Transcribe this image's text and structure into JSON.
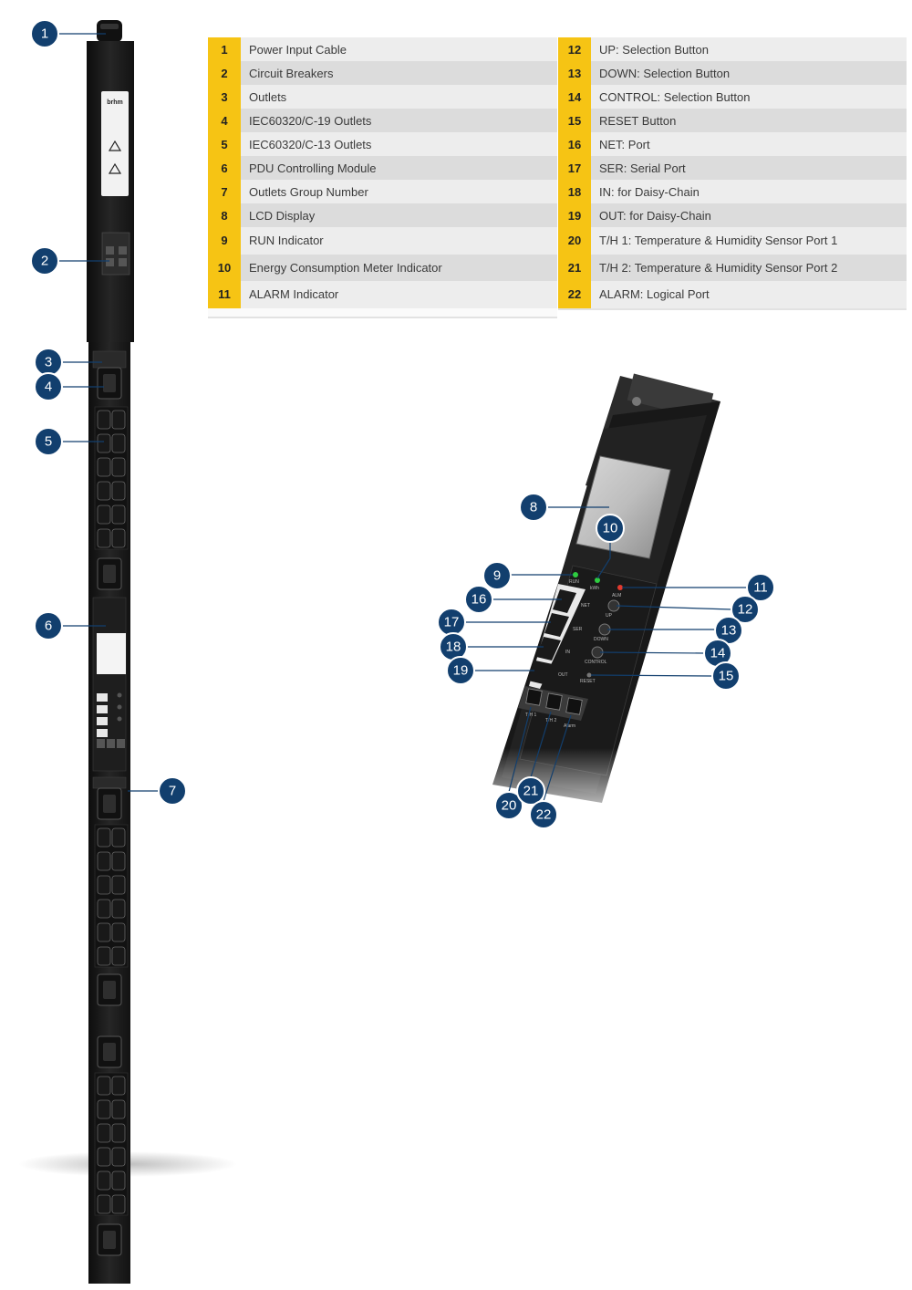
{
  "legend": {
    "left": [
      {
        "num": "1",
        "label": "Power Input Cable"
      },
      {
        "num": "2",
        "label": "Circuit Breakers"
      },
      {
        "num": "3",
        "label": "Outlets"
      },
      {
        "num": "4",
        "label": "IEC60320/C-19 Outlets"
      },
      {
        "num": "5",
        "label": "IEC60320/C-13 Outlets"
      },
      {
        "num": "6",
        "label": "PDU Controlling Module"
      },
      {
        "num": "7",
        "label": "Outlets Group Number"
      },
      {
        "num": "8",
        "label": "LCD Display"
      },
      {
        "num": "9",
        "label": "RUN Indicator"
      },
      {
        "num": "10",
        "label": "Energy Consumption Meter Indicator"
      },
      {
        "num": "11",
        "label": "ALARM Indicator"
      }
    ],
    "right": [
      {
        "num": "12",
        "label": "UP: Selection Button"
      },
      {
        "num": "13",
        "label": "DOWN: Selection Button"
      },
      {
        "num": "14",
        "label": "CONTROL: Selection Button"
      },
      {
        "num": "15",
        "label": "RESET Button"
      },
      {
        "num": "16",
        "label": "NET: Port"
      },
      {
        "num": "17",
        "label": "SER: Serial Port"
      },
      {
        "num": "18",
        "label": "IN: for Daisy-Chain"
      },
      {
        "num": "19",
        "label": "OUT: for Daisy-Chain"
      },
      {
        "num": "20",
        "label": "T/H 1: Temperature & Humidity Sensor Port 1"
      },
      {
        "num": "21",
        "label": "T/H 2: Temperature & Humidity Sensor Port 2"
      },
      {
        "num": "22",
        "label": "ALARM: Logical Port"
      }
    ]
  },
  "device": {
    "brand": "brhm",
    "module_port_labels": [
      "RUN",
      "kWh",
      "ALM",
      "UP",
      "DOWN",
      "CONTROL",
      "RESET",
      "NET",
      "SER",
      "IN",
      "OUT",
      "T/H 1",
      "T/H 2",
      "Alarm"
    ]
  },
  "callouts": [
    "1",
    "2",
    "3",
    "4",
    "5",
    "6",
    "7",
    "8",
    "9",
    "10",
    "11",
    "12",
    "13",
    "14",
    "15",
    "16",
    "17",
    "18",
    "19",
    "20",
    "21",
    "22"
  ],
  "colors": {
    "callout": "#123f6e",
    "legend_number": "#f6c414",
    "pdu_body": "#1a1a1a"
  }
}
